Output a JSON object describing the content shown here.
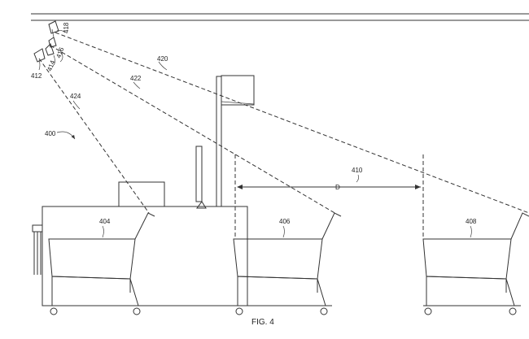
{
  "figure": {
    "caption": "FIG. 4",
    "labels": {
      "sensor_unit": "418",
      "sensor_a": "412",
      "sensor_b": "414",
      "sensor_c": "416",
      "beam_far": "420",
      "beam_mid": "422",
      "beam_near": "424",
      "system": "400",
      "cart_near": "404",
      "cart_mid": "406",
      "cart_far": "408",
      "distance_ref": "410",
      "distance_symbol": "D"
    }
  },
  "colors": {
    "line": "#333333",
    "background": "#ffffff"
  }
}
